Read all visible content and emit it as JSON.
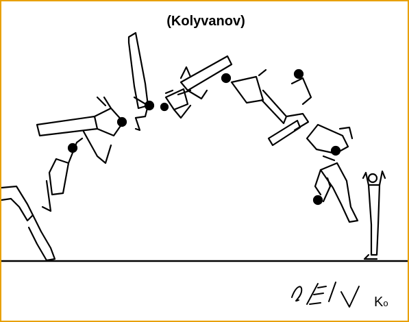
{
  "title": "(Kolyvanov)",
  "signature": "ElV",
  "code": {
    "main": "K",
    "sub": "o"
  },
  "colors": {
    "border": "#e8a000",
    "ink": "#000000",
    "background": "#ffffff"
  }
}
